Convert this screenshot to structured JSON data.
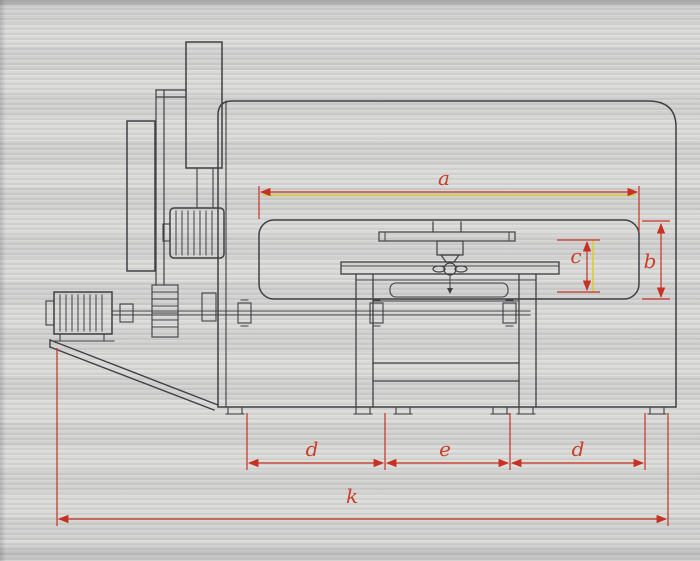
{
  "drawing": {
    "labels": {
      "a": "a",
      "b": "b",
      "c": "c",
      "d_left": "d",
      "e": "e",
      "d_right": "d",
      "k": "k"
    },
    "colors": {
      "dimension_red": "#c63122",
      "highlight_yellow": "#d8cf35",
      "line_dark": "#3f4043",
      "paper_gray": "#d8d8d7"
    }
  }
}
